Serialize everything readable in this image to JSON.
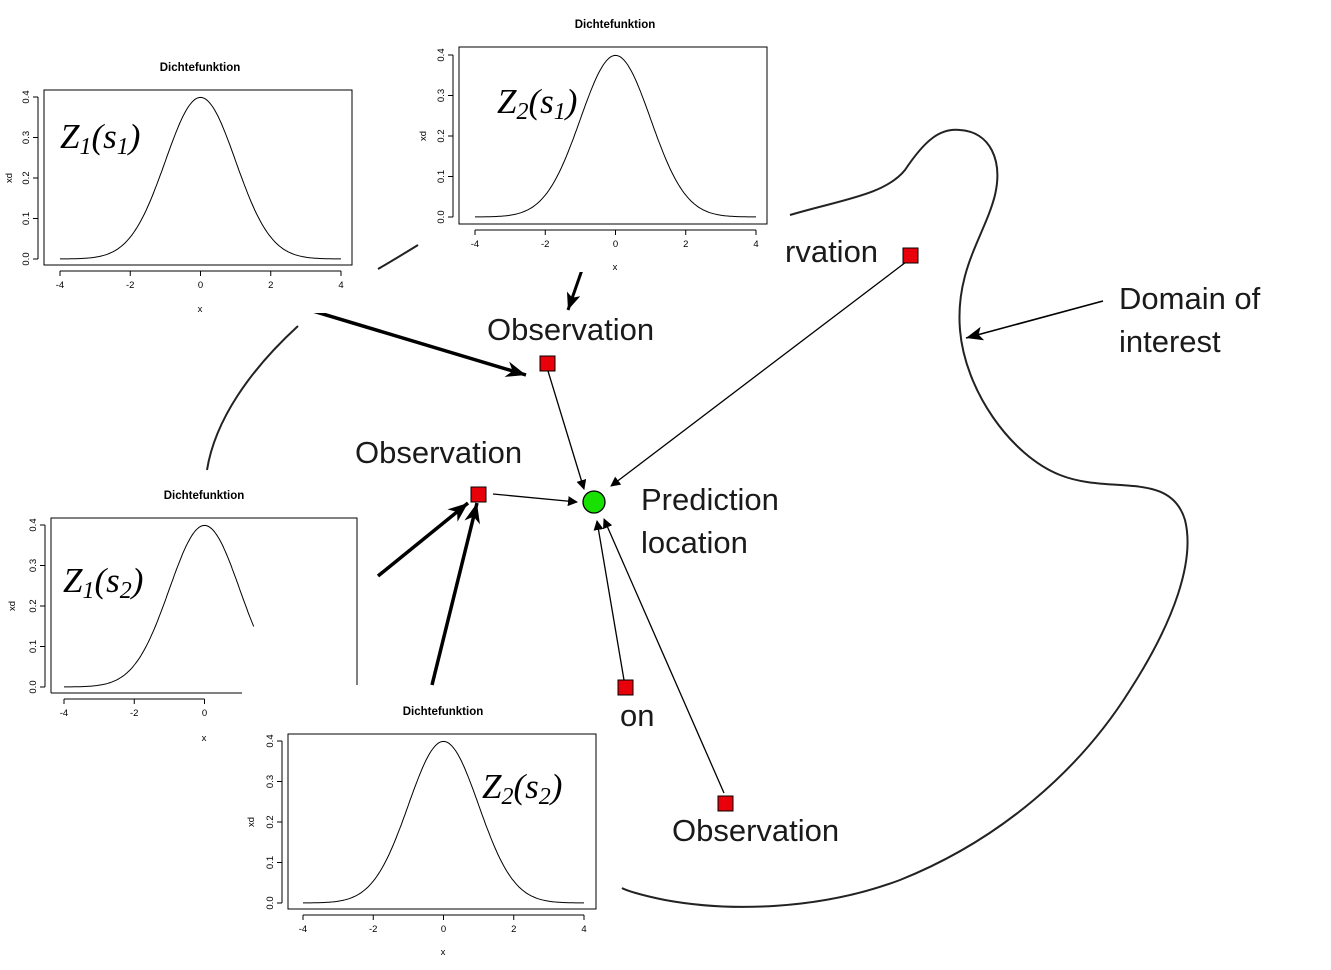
{
  "diagram": {
    "domain_label_line1": "Domain of",
    "domain_label_line2": "interest",
    "prediction_label_line1": "Prediction",
    "prediction_label_line2": "location",
    "observation_label": "Observation",
    "observation_partial_top_right": "rvation",
    "observation_partial_bottom": "on",
    "colors": {
      "observation": "#e8000b",
      "prediction": "#18e000",
      "outline": "#222222"
    }
  },
  "plots": [
    {
      "id": "z1s1",
      "title": "Dichtefunktion",
      "label_main": "Z",
      "label_sub1": "1",
      "label_mid": "(s",
      "label_sub2": "1",
      "label_end": ")",
      "xlabel": "x",
      "ylabel": "xd",
      "xticks": [
        "-4",
        "-2",
        "0",
        "2",
        "4"
      ],
      "yticks": [
        "0.0",
        "0.1",
        "0.2",
        "0.3",
        "0.4"
      ]
    },
    {
      "id": "z2s1",
      "title": "Dichtefunktion",
      "label_main": "Z",
      "label_sub1": "2",
      "label_mid": "(s",
      "label_sub2": "1",
      "label_end": ")",
      "xlabel": "x",
      "ylabel": "xd",
      "xticks": [
        "-4",
        "-2",
        "0",
        "2",
        "4"
      ],
      "yticks": [
        "0.0",
        "0.1",
        "0.2",
        "0.3",
        "0.4"
      ]
    },
    {
      "id": "z1s2",
      "title": "Dichtefunktion",
      "label_main": "Z",
      "label_sub1": "1",
      "label_mid": "(s",
      "label_sub2": "2",
      "label_end": ")",
      "xlabel": "x",
      "ylabel": "xd",
      "xticks": [
        "-4",
        "-2",
        "0"
      ],
      "yticks": [
        "0.0",
        "0.1",
        "0.2",
        "0.3",
        "0.4"
      ]
    },
    {
      "id": "z2s2",
      "title": "Dichtefunktion",
      "label_main": "Z",
      "label_sub1": "2",
      "label_mid": "(s",
      "label_sub2": "2",
      "label_end": ")",
      "xlabel": "x",
      "ylabel": "xd",
      "xticks": [
        "-4",
        "-2",
        "0",
        "2",
        "4"
      ],
      "yticks": [
        "0.0",
        "0.1",
        "0.2",
        "0.3",
        "0.4"
      ]
    }
  ]
}
